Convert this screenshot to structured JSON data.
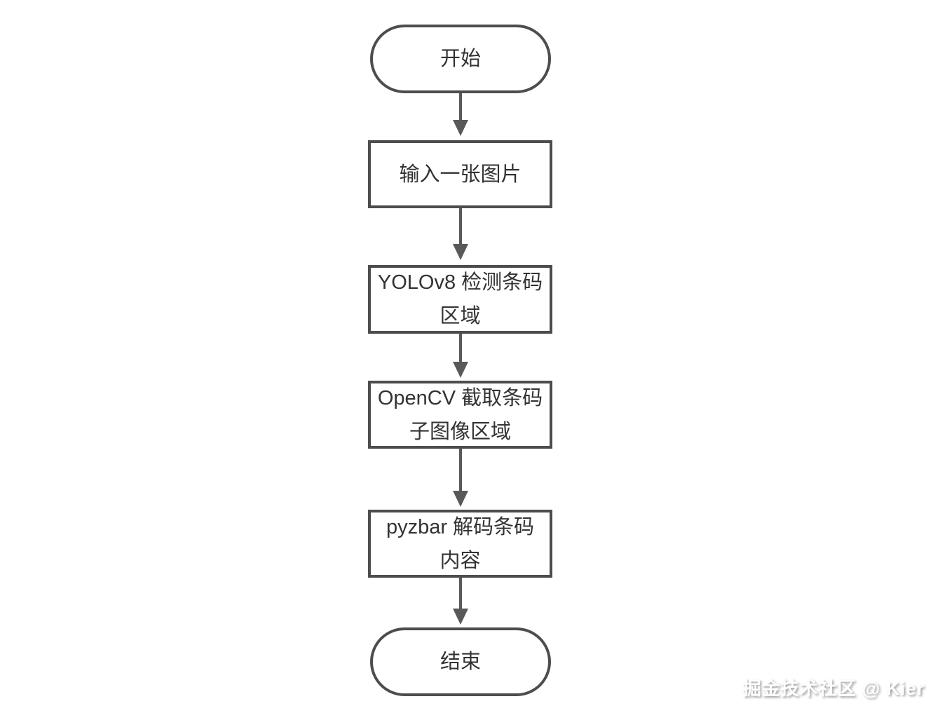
{
  "colors": {
    "background": "#ffffff",
    "shape_border": "#4d4d4d",
    "arrow": "#595959",
    "text": "#333333",
    "watermark_text": "#ffffff",
    "watermark_shadow": "#9a9a9a"
  },
  "flowchart": {
    "nodes": [
      {
        "id": "start",
        "type": "terminator",
        "lines": [
          "开始"
        ]
      },
      {
        "id": "input-image",
        "type": "process",
        "lines": [
          "输入一张图片"
        ]
      },
      {
        "id": "yolov8-detect",
        "type": "process",
        "lines": [
          "YOLOv8 检测条码",
          "区域"
        ]
      },
      {
        "id": "opencv-crop",
        "type": "process",
        "lines": [
          "OpenCV 截取条码",
          "子图像区域"
        ]
      },
      {
        "id": "pyzbar-decode",
        "type": "process",
        "lines": [
          "pyzbar 解码条码",
          "内容"
        ]
      },
      {
        "id": "end",
        "type": "terminator",
        "lines": [
          "结束"
        ]
      }
    ],
    "edges": [
      {
        "from": "start",
        "to": "input-image"
      },
      {
        "from": "input-image",
        "to": "yolov8-detect"
      },
      {
        "from": "yolov8-detect",
        "to": "opencv-crop"
      },
      {
        "from": "opencv-crop",
        "to": "pyzbar-decode"
      },
      {
        "from": "pyzbar-decode",
        "to": "end"
      }
    ]
  },
  "watermark": {
    "text": "掘金技术社区 @ Kier"
  }
}
